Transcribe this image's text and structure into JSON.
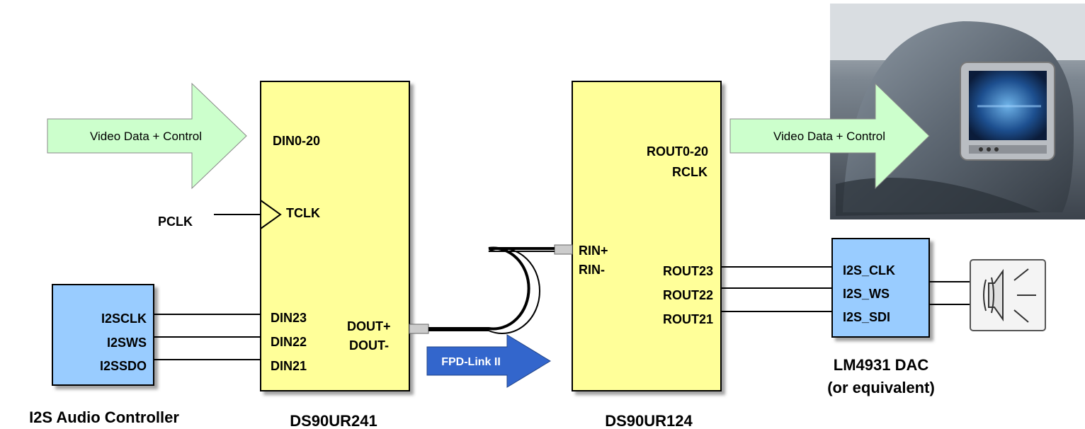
{
  "arrows": {
    "left_video": "Video Data + Control",
    "right_video": "Video Data + Control",
    "fpd_link": "FPD-Link II"
  },
  "serializer": {
    "name": "DS90UR241",
    "din0_20": "DIN0-20",
    "tclk": "TCLK",
    "din23": "DIN23",
    "din22": "DIN22",
    "din21": "DIN21",
    "dout_plus": "DOUT+",
    "dout_minus": "DOUT-"
  },
  "pclk": "PCLK",
  "deserializer": {
    "name": "DS90UR124",
    "rout0_20": "ROUT0-20",
    "rclk": "RCLK",
    "rin_plus": "RIN+",
    "rin_minus": "RIN-",
    "rout23": "ROUT23",
    "rout22": "ROUT22",
    "rout21": "ROUT21"
  },
  "audio_controller": {
    "name": "I2S Audio Controller",
    "i2sclk": "I2SCLK",
    "i2sws": "I2SWS",
    "i2ssdo": "I2SSDO"
  },
  "dac": {
    "name_line1": "LM4931 DAC",
    "name_line2": "(or equivalent)",
    "i2s_clk": "I2S_CLK",
    "i2s_ws": "I2S_WS",
    "i2s_sdi": "I2S_SDI"
  },
  "icons": {
    "speaker": "speaker-icon",
    "headrest_photo": "headrest-display-photo"
  },
  "colors": {
    "chip_fill": "#ffff99",
    "audio_fill": "#99ccff",
    "video_arrow_fill": "#ccffcc",
    "fpd_arrow_fill": "#3366cc"
  }
}
